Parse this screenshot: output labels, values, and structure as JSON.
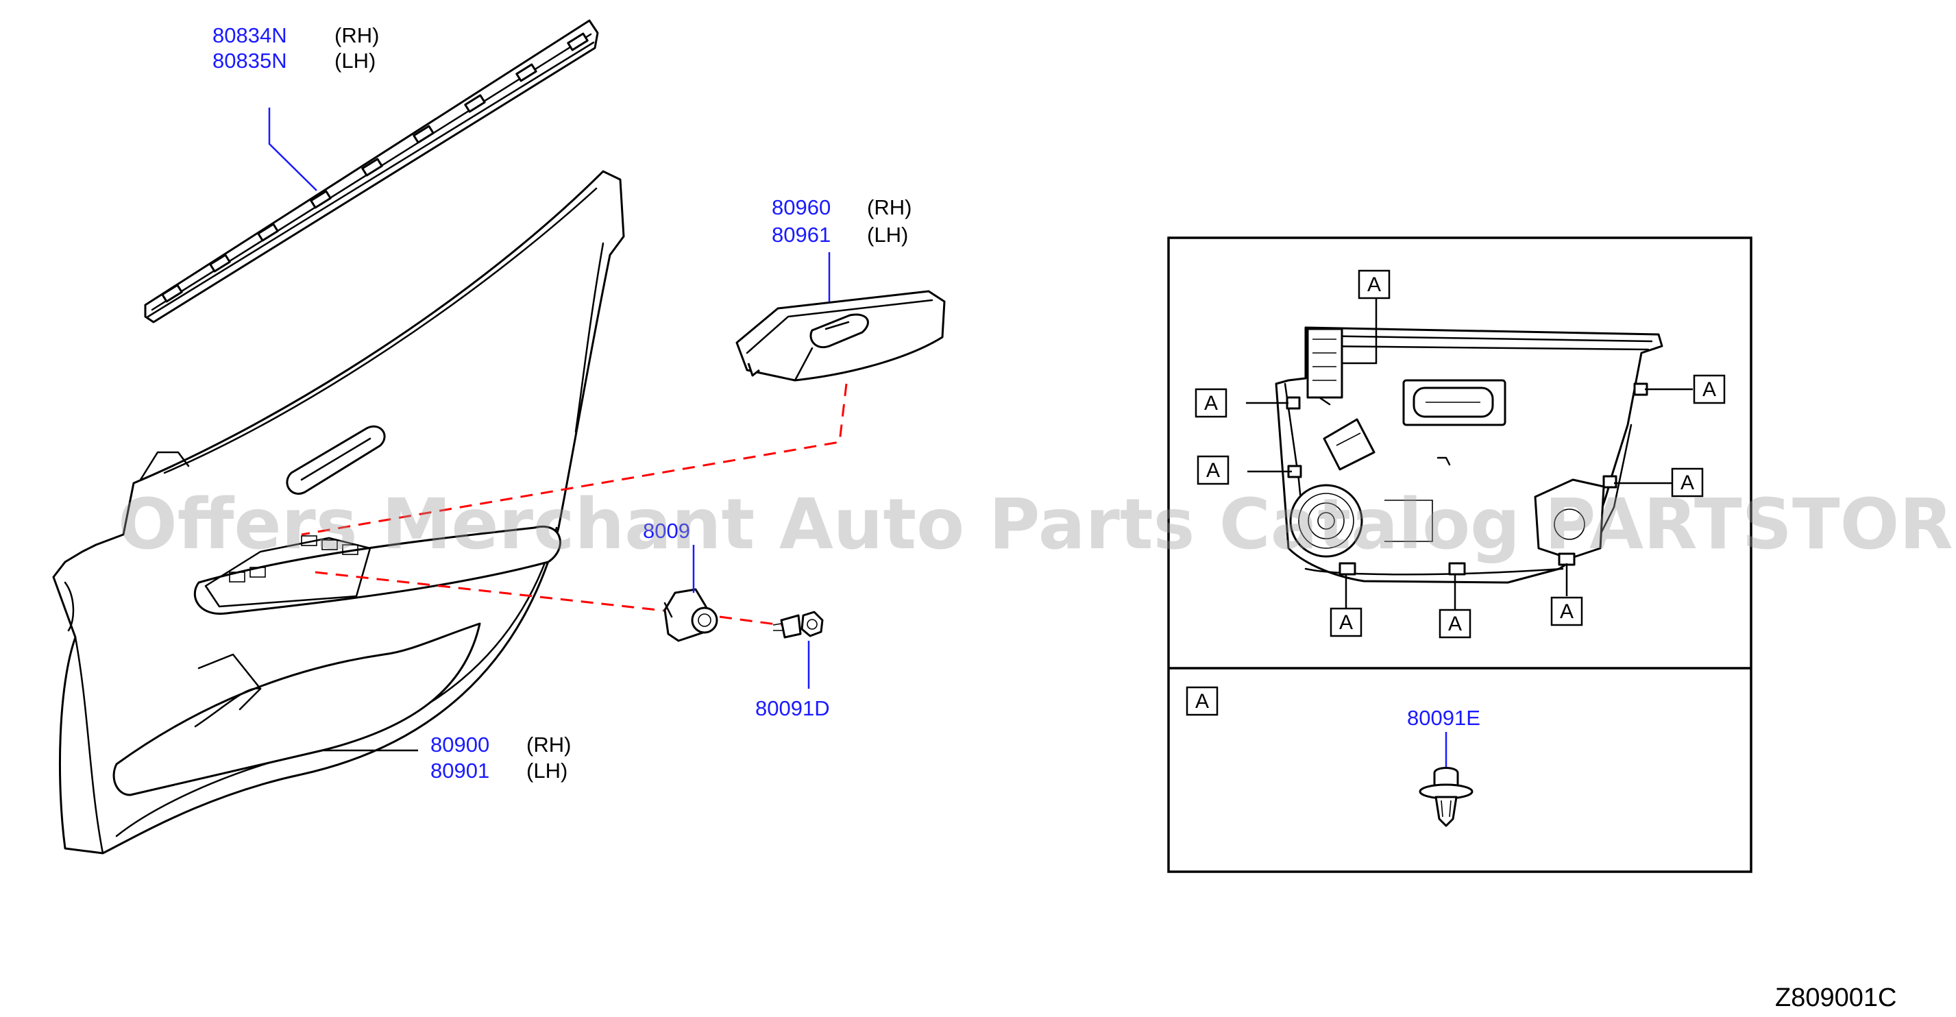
{
  "parts": {
    "moulding": {
      "rh": "80834N",
      "lh": "80835N",
      "rh_side": "(RH)",
      "lh_side": "(LH)"
    },
    "switch_finisher": {
      "rh": "80960",
      "lh": "80961",
      "rh_side": "(RH)",
      "lh_side": "(LH)"
    },
    "door_trim": {
      "rh": "80900",
      "lh": "80901",
      "rh_side": "(RH)",
      "lh_side": "(LH)"
    },
    "clip_partial": "8009",
    "screw": "80091D",
    "detail_clip": "80091E"
  },
  "detail": {
    "ref_letter": "A",
    "box_letter": "A"
  },
  "diagram_code": "Z809001C",
  "watermark": "Offers Merchant Auto Parts Catalog PARTSTORE.SA",
  "colors": {
    "part_number": "#1a1aff",
    "dashed_line": "#ff0000",
    "outline": "#000000"
  }
}
